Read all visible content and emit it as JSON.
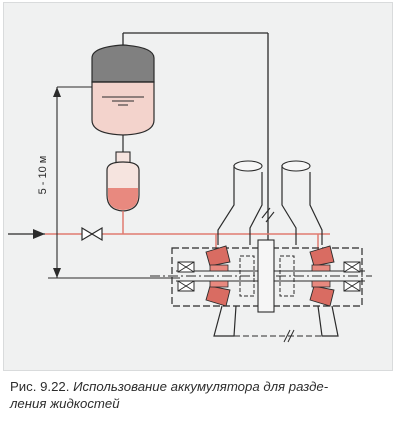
{
  "diagram": {
    "height_label": "5 - 10 м"
  },
  "caption": {
    "figure_number": "Рис. 9.22. ",
    "line1_text": "Использование аккумулятора для разде-",
    "line2_text": "ления жидкостей"
  },
  "colors": {
    "panel_background": "#f0f1f1",
    "line": "#2b2b2b",
    "pipe_red": "#e07a70",
    "fluid_pink": "#f3d3cc",
    "gas_gray": "#808080",
    "bladder_red": "#e8897f",
    "seal_red": "#d96c62"
  }
}
